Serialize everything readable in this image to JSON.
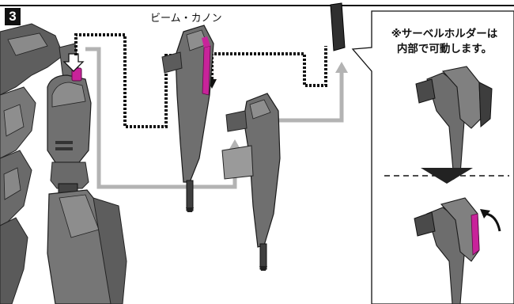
{
  "step": {
    "number": "3"
  },
  "part": {
    "label": "ビーム・カノン"
  },
  "note": {
    "line1": "※サーベルホルダーは",
    "line2": "内部で可動します。"
  },
  "colors": {
    "accent": "#c8239a",
    "part_fill": "#6f6f6f",
    "part_dark": "#3f3f3f",
    "part_light": "#9a9a9a",
    "arrow_gray": "#b3b3b3",
    "dotted_path": "#111111"
  },
  "icons": {
    "step": "step-number-badge",
    "motion": "curved-arrow-icon",
    "divider": "down-triangle-icon"
  }
}
